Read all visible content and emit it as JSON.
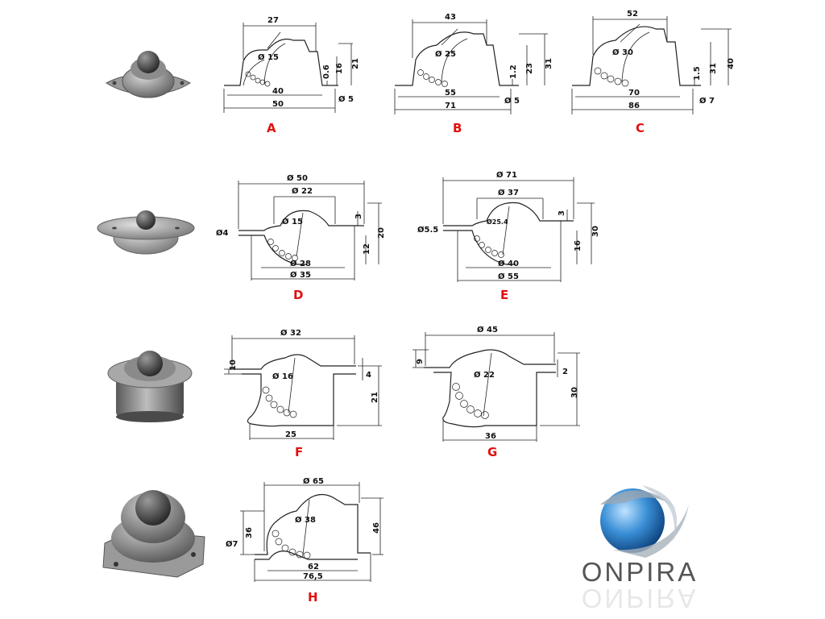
{
  "colors": {
    "label_red": "#e01010",
    "steel": "#888888",
    "logo_blue": "#1a6fb5",
    "brand_grey": "#555555"
  },
  "parts": [
    {
      "label": "A",
      "dims": [
        "27",
        "Ø 15",
        "0.6",
        "16",
        "21",
        "40",
        "50",
        "Ø 5"
      ]
    },
    {
      "label": "B",
      "dims": [
        "43",
        "Ø 25",
        "1.2",
        "23",
        "31",
        "55",
        "71",
        "Ø 5"
      ]
    },
    {
      "label": "C",
      "dims": [
        "52",
        "Ø 30",
        "1.5",
        "31",
        "40",
        "70",
        "86",
        "Ø 7"
      ]
    },
    {
      "label": "D",
      "dims": [
        "Ø 50",
        "Ø 22",
        "Ø 15",
        "3",
        "20",
        "12",
        "Ø4",
        "Ø 28",
        "Ø 35"
      ]
    },
    {
      "label": "E",
      "dims": [
        "Ø 71",
        "Ø 37",
        "Ø25.4",
        "3",
        "30",
        "16",
        "Ø5.5",
        "Ø 40",
        "Ø 55"
      ]
    },
    {
      "label": "F",
      "dims": [
        "Ø 32",
        "10",
        "Ø 16",
        "4",
        "21",
        "25"
      ]
    },
    {
      "label": "G",
      "dims": [
        "Ø 45",
        "9",
        "Ø 22",
        "2",
        "30",
        "36"
      ]
    },
    {
      "label": "H",
      "dims": [
        "Ø 65",
        "Ø 38",
        "36",
        "Ø7",
        "46",
        "62",
        "76,5"
      ]
    }
  ],
  "brand": {
    "name": "ONPIRA"
  }
}
